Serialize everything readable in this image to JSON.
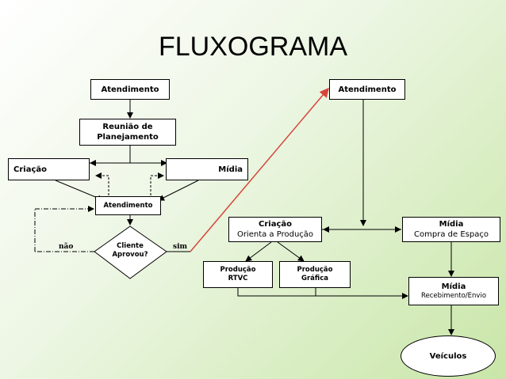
{
  "title": "FLUXOGRAMA",
  "nodes": {
    "atendimento_left": "Atendimento",
    "atendimento_right": "Atendimento",
    "reuniao": "Reunião de Planejamento",
    "criacao": "Criação",
    "midia": "Mídia",
    "atendimento_mid": "Atendimento",
    "cliente": "Cliente Aprovou?",
    "criacao_prod": {
      "title": "Criação",
      "sub": "Orienta a Produção"
    },
    "midia_compra": {
      "title": "Mídia",
      "sub": "Compra de Espaço"
    },
    "producao_rtvc": "Produção RTVC",
    "producao_grafica": "Produção Gráfica",
    "midia_receb": {
      "title": "Mídia",
      "sub": "Recebimento/Envio"
    },
    "veiculos": "Veículos"
  },
  "labels": {
    "nao": "não",
    "sim": "sim"
  },
  "colors": {
    "arrow": "#000000",
    "approval_link": "#d6453b"
  }
}
